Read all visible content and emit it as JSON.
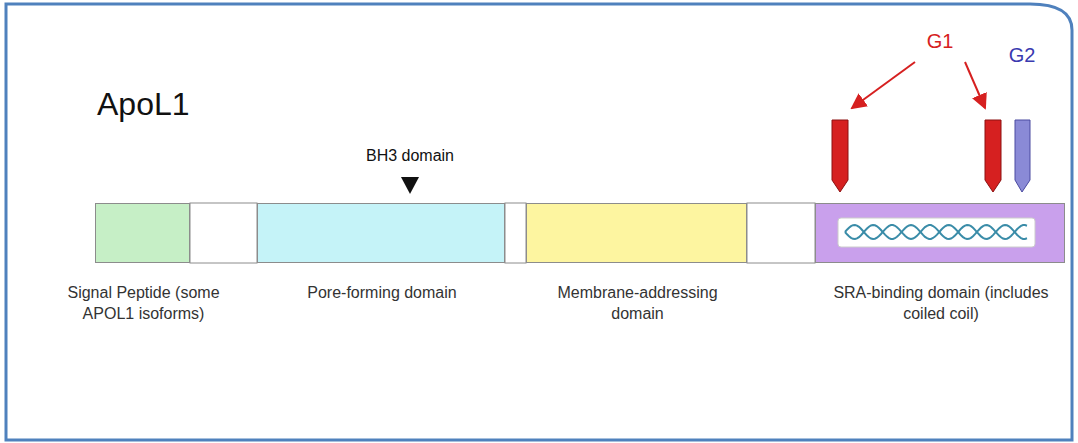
{
  "diagram": {
    "title": "ApoL1",
    "nodes": [
      {
        "text": [
          "Signal Peptide (some APOL1 isoforms)"
        ]
      },
      {
        "text": [
          "Pore-forming domain"
        ]
      },
      {
        "text": [
          "Membrane-addressing domain"
        ]
      },
      {
        "text": [
          "SRA-binding domain (includes coiled coil)"
        ]
      }
    ],
    "labels": [
      "BH3 domain",
      "G1",
      "G2"
    ]
  }
}
